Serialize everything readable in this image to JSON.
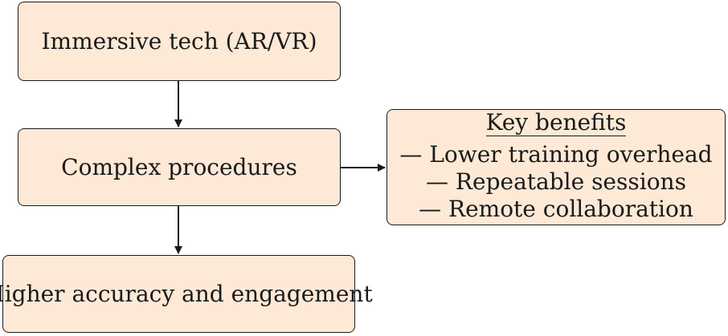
{
  "nodes": {
    "immersive": {
      "label": "Immersive tech (AR/VR)"
    },
    "complex": {
      "label": "Complex procedures"
    },
    "higher": {
      "label": "Higher accuracy and engagement"
    },
    "benefits": {
      "heading": "Key benefits",
      "items": [
        "— Lower training overhead",
        "— Repeatable sessions",
        "— Remote collaboration"
      ]
    }
  },
  "colors": {
    "box_fill": "#fde9d6",
    "stroke": "#1a1a1a"
  }
}
